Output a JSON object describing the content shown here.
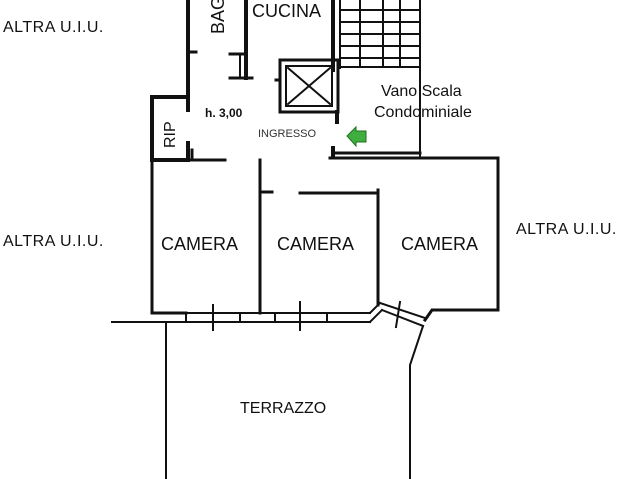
{
  "plan": {
    "rooms": {
      "cucina": "CUCINA",
      "bagno": "BAGNO",
      "rip": "RIP",
      "height": "h. 3,00",
      "ingresso": "INGRESSO",
      "vano_scala_1": "Vano Scala",
      "vano_scala_2": "Condominiale",
      "camera_1": "CAMERA",
      "camera_2": "CAMERA",
      "camera_3": "CAMERA",
      "terrazzo": "TERRAZZO"
    },
    "neighbors": {
      "top_left": "ALTRA U.I.U.",
      "mid_left": "ALTRA U.I.U.",
      "mid_right": "ALTRA U.I.U."
    },
    "colors": {
      "wall": "#111111",
      "entry_arrow": "#3fae3f"
    }
  }
}
